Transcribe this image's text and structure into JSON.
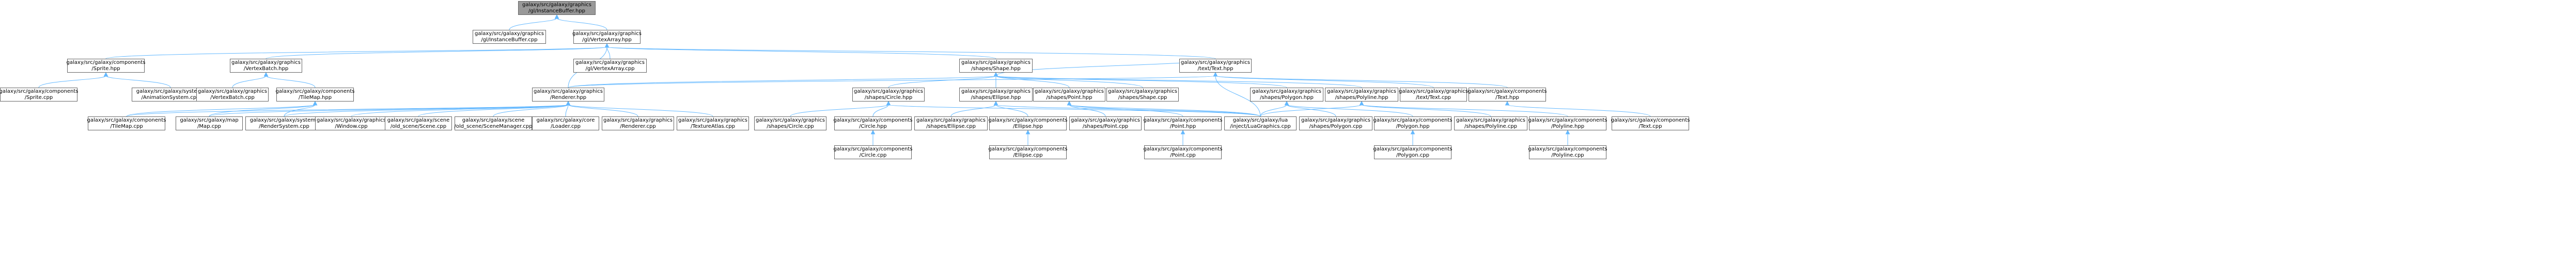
{
  "graph": {
    "nodes": [
      {
        "id": "n_instance",
        "root": true,
        "lines": [
          "galaxy/src/galaxy/graphics",
          "/gl/InstanceBuffer.hpp"
        ]
      },
      {
        "id": "n_instance_cpp",
        "lines": [
          "galaxy/src/galaxy/graphics",
          "/gl/InstanceBuffer.cpp"
        ]
      },
      {
        "id": "n_vertexarray",
        "lines": [
          "galaxy/src/galaxy/graphics",
          "/gl/VertexArray.hpp"
        ]
      },
      {
        "id": "n_sprite_hpp",
        "lines": [
          "galaxy/src/galaxy/components",
          "/Sprite.hpp"
        ]
      },
      {
        "id": "n_vertexbatch_hpp",
        "lines": [
          "galaxy/src/galaxy/graphics",
          "/VertexBatch.hpp"
        ]
      },
      {
        "id": "n_vertexarray_cpp",
        "lines": [
          "galaxy/src/galaxy/graphics",
          "/gl/VertexArray.cpp"
        ]
      },
      {
        "id": "n_shape_hpp",
        "lines": [
          "galaxy/src/galaxy/graphics",
          "/shapes/Shape.hpp"
        ]
      },
      {
        "id": "n_text_hpp",
        "lines": [
          "galaxy/src/galaxy/graphics",
          "/text/Text.hpp"
        ]
      },
      {
        "id": "n_sprite_cpp",
        "lines": [
          "galaxy/src/galaxy/components",
          "/Sprite.cpp"
        ]
      },
      {
        "id": "n_animsys_cpp",
        "lines": [
          "galaxy/src/galaxy/systems",
          "/AnimationSystem.cpp"
        ]
      },
      {
        "id": "n_vertexbatch_cpp",
        "lines": [
          "galaxy/src/galaxy/graphics",
          "/VertexBatch.cpp"
        ]
      },
      {
        "id": "n_tilemap_hpp",
        "lines": [
          "galaxy/src/galaxy/components",
          "/TileMap.hpp"
        ]
      },
      {
        "id": "n_renderer_hpp",
        "lines": [
          "galaxy/src/galaxy/graphics",
          "/Renderer.hpp"
        ]
      },
      {
        "id": "n_circle_hpp",
        "lines": [
          "galaxy/src/galaxy/graphics",
          "/shapes/Circle.hpp"
        ]
      },
      {
        "id": "n_ellipse_hpp",
        "lines": [
          "galaxy/src/galaxy/graphics",
          "/shapes/Ellipse.hpp"
        ]
      },
      {
        "id": "n_point_hpp",
        "lines": [
          "galaxy/src/galaxy/graphics",
          "/shapes/Point.hpp"
        ]
      },
      {
        "id": "n_shape_cpp",
        "lines": [
          "galaxy/src/galaxy/graphics",
          "/shapes/Shape.cpp"
        ]
      },
      {
        "id": "n_polygon_hpp",
        "lines": [
          "galaxy/src/galaxy/graphics",
          "/shapes/Polygon.hpp"
        ]
      },
      {
        "id": "n_polyline_hpp",
        "lines": [
          "galaxy/src/galaxy/graphics",
          "/shapes/Polyline.hpp"
        ]
      },
      {
        "id": "n_text_cpp",
        "lines": [
          "galaxy/src/galaxy/graphics",
          "/text/Text.cpp"
        ]
      },
      {
        "id": "n_ctext_hpp",
        "lines": [
          "galaxy/src/galaxy/components",
          "/Text.hpp"
        ]
      },
      {
        "id": "n_tilemap_cpp",
        "lines": [
          "galaxy/src/galaxy/components",
          "/TileMap.cpp"
        ]
      },
      {
        "id": "n_map_cpp",
        "lines": [
          "galaxy/src/galaxy/map",
          "/Map.cpp"
        ]
      },
      {
        "id": "n_rendersys_cpp",
        "lines": [
          "galaxy/src/galaxy/systems",
          "/RenderSystem.cpp"
        ]
      },
      {
        "id": "n_window_cpp",
        "lines": [
          "galaxy/src/galaxy/graphics",
          "/Window.cpp"
        ]
      },
      {
        "id": "n_oldscene_cpp",
        "lines": [
          "galaxy/src/galaxy/scene",
          "/old_scene/Scene.cpp"
        ]
      },
      {
        "id": "n_oldscenemgr_cpp",
        "lines": [
          "galaxy/src/galaxy/scene",
          "/old_scene/SceneManager.cpp"
        ]
      },
      {
        "id": "n_loader_cpp",
        "lines": [
          "galaxy/src/galaxy/core",
          "/Loader.cpp"
        ]
      },
      {
        "id": "n_renderer_cpp",
        "lines": [
          "galaxy/src/galaxy/graphics",
          "/Renderer.cpp"
        ]
      },
      {
        "id": "n_textureatlas_cpp",
        "lines": [
          "galaxy/src/galaxy/graphics",
          "/TextureAtlas.cpp"
        ]
      },
      {
        "id": "n_circle_cpp",
        "lines": [
          "galaxy/src/galaxy/graphics",
          "/shapes/Circle.cpp"
        ]
      },
      {
        "id": "n_ccircle_hpp",
        "lines": [
          "galaxy/src/galaxy/components",
          "/Circle.hpp"
        ]
      },
      {
        "id": "n_ellipse_cpp",
        "lines": [
          "galaxy/src/galaxy/graphics",
          "/shapes/Ellipse.cpp"
        ]
      },
      {
        "id": "n_cellipse_hpp",
        "lines": [
          "galaxy/src/galaxy/components",
          "/Ellipse.hpp"
        ]
      },
      {
        "id": "n_point_cpp",
        "lines": [
          "galaxy/src/galaxy/graphics",
          "/shapes/Point.cpp"
        ]
      },
      {
        "id": "n_cpoint_hpp",
        "lines": [
          "galaxy/src/galaxy/components",
          "/Point.hpp"
        ]
      },
      {
        "id": "n_luagraphics_cpp",
        "lines": [
          "galaxy/src/galaxy/lua",
          "/inject/LuaGraphics.cpp"
        ]
      },
      {
        "id": "n_polygon_cpp",
        "lines": [
          "galaxy/src/galaxy/graphics",
          "/shapes/Polygon.cpp"
        ]
      },
      {
        "id": "n_cpolygon_hpp",
        "lines": [
          "galaxy/src/galaxy/components",
          "/Polygon.hpp"
        ]
      },
      {
        "id": "n_polyline_cpp",
        "lines": [
          "galaxy/src/galaxy/graphics",
          "/shapes/Polyline.cpp"
        ]
      },
      {
        "id": "n_cpolyline_hpp",
        "lines": [
          "galaxy/src/galaxy/components",
          "/Polyline.hpp"
        ]
      },
      {
        "id": "n_ctext_cpp",
        "lines": [
          "galaxy/src/galaxy/components",
          "/Text.cpp"
        ]
      },
      {
        "id": "n_ccircle_cpp",
        "lines": [
          "galaxy/src/galaxy/components",
          "/Circle.cpp"
        ]
      },
      {
        "id": "n_cellipse_cpp",
        "lines": [
          "galaxy/src/galaxy/components",
          "/Ellipse.cpp"
        ]
      },
      {
        "id": "n_cpoint_cpp",
        "lines": [
          "galaxy/src/galaxy/components",
          "/Point.cpp"
        ]
      },
      {
        "id": "n_cpolygon_cpp",
        "lines": [
          "galaxy/src/galaxy/components",
          "/Polygon.cpp"
        ]
      },
      {
        "id": "n_cpolyline_cpp",
        "lines": [
          "galaxy/src/galaxy/components",
          "/Polyline.cpp"
        ]
      }
    ],
    "edges": [
      [
        "n_instance",
        "n_instance_cpp"
      ],
      [
        "n_instance",
        "n_vertexarray"
      ],
      [
        "n_vertexarray",
        "n_sprite_hpp"
      ],
      [
        "n_vertexarray",
        "n_vertexbatch_hpp"
      ],
      [
        "n_vertexarray",
        "n_vertexarray_cpp"
      ],
      [
        "n_vertexarray",
        "n_shape_hpp"
      ],
      [
        "n_vertexarray",
        "n_text_hpp"
      ],
      [
        "n_vertexarray",
        "n_renderer_hpp"
      ],
      [
        "n_sprite_hpp",
        "n_sprite_cpp"
      ],
      [
        "n_sprite_hpp",
        "n_animsys_cpp"
      ],
      [
        "n_vertexbatch_hpp",
        "n_vertexbatch_cpp"
      ],
      [
        "n_vertexbatch_hpp",
        "n_tilemap_hpp"
      ],
      [
        "n_tilemap_hpp",
        "n_tilemap_cpp"
      ],
      [
        "n_tilemap_hpp",
        "n_map_cpp"
      ],
      [
        "n_tilemap_hpp",
        "n_rendersys_cpp"
      ],
      [
        "n_shape_hpp",
        "n_renderer_hpp"
      ],
      [
        "n_shape_hpp",
        "n_circle_hpp"
      ],
      [
        "n_shape_hpp",
        "n_ellipse_hpp"
      ],
      [
        "n_shape_hpp",
        "n_point_hpp"
      ],
      [
        "n_shape_hpp",
        "n_shape_cpp"
      ],
      [
        "n_shape_hpp",
        "n_polygon_hpp"
      ],
      [
        "n_shape_hpp",
        "n_polyline_hpp"
      ],
      [
        "n_shape_hpp",
        "n_text_hpp"
      ],
      [
        "n_text_hpp",
        "n_renderer_hpp"
      ],
      [
        "n_text_hpp",
        "n_text_cpp"
      ],
      [
        "n_text_hpp",
        "n_ctext_hpp"
      ],
      [
        "n_text_hpp",
        "n_luagraphics_cpp"
      ],
      [
        "n_renderer_hpp",
        "n_tilemap_cpp"
      ],
      [
        "n_renderer_hpp",
        "n_map_cpp"
      ],
      [
        "n_renderer_hpp",
        "n_rendersys_cpp"
      ],
      [
        "n_renderer_hpp",
        "n_window_cpp"
      ],
      [
        "n_renderer_hpp",
        "n_oldscene_cpp"
      ],
      [
        "n_renderer_hpp",
        "n_oldscenemgr_cpp"
      ],
      [
        "n_renderer_hpp",
        "n_loader_cpp"
      ],
      [
        "n_renderer_hpp",
        "n_renderer_cpp"
      ],
      [
        "n_renderer_hpp",
        "n_textureatlas_cpp"
      ],
      [
        "n_circle_hpp",
        "n_circle_cpp"
      ],
      [
        "n_circle_hpp",
        "n_ccircle_hpp"
      ],
      [
        "n_circle_hpp",
        "n_luagraphics_cpp"
      ],
      [
        "n_ccircle_hpp",
        "n_ccircle_cpp"
      ],
      [
        "n_ellipse_hpp",
        "n_ellipse_cpp"
      ],
      [
        "n_ellipse_hpp",
        "n_cellipse_hpp"
      ],
      [
        "n_ellipse_hpp",
        "n_luagraphics_cpp"
      ],
      [
        "n_cellipse_hpp",
        "n_cellipse_cpp"
      ],
      [
        "n_point_hpp",
        "n_point_cpp"
      ],
      [
        "n_point_hpp",
        "n_cpoint_hpp"
      ],
      [
        "n_point_hpp",
        "n_luagraphics_cpp"
      ],
      [
        "n_cpoint_hpp",
        "n_cpoint_cpp"
      ],
      [
        "n_polygon_hpp",
        "n_polygon_cpp"
      ],
      [
        "n_polygon_hpp",
        "n_cpolygon_hpp"
      ],
      [
        "n_polygon_hpp",
        "n_luagraphics_cpp"
      ],
      [
        "n_cpolygon_hpp",
        "n_cpolygon_cpp"
      ],
      [
        "n_polyline_hpp",
        "n_polyline_cpp"
      ],
      [
        "n_polyline_hpp",
        "n_cpolyline_hpp"
      ],
      [
        "n_polyline_hpp",
        "n_luagraphics_cpp"
      ],
      [
        "n_cpolyline_hpp",
        "n_cpolyline_cpp"
      ],
      [
        "n_ctext_hpp",
        "n_ctext_cpp"
      ]
    ]
  }
}
